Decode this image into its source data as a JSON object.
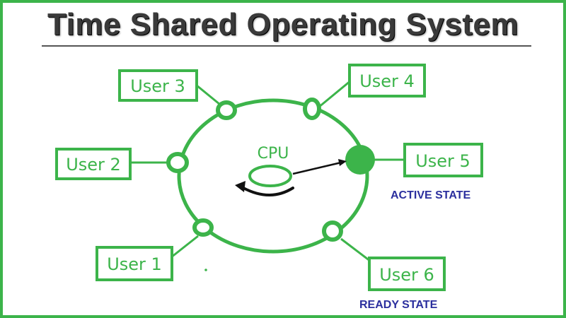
{
  "title": "Time Shared Operating System",
  "cpu_label": "CPU",
  "users": {
    "u1": "User 1",
    "u2": "User 2",
    "u3": "User 3",
    "u4": "User 4",
    "u5": "User 5",
    "u6": "User 6"
  },
  "states": {
    "active": "ACTIVE STATE",
    "ready": "READY STATE"
  },
  "colors": {
    "border": "#3cb44a",
    "node_green": "#3cb44a",
    "state_text": "#2b2f9e",
    "title_text": "#3a3a3a"
  }
}
